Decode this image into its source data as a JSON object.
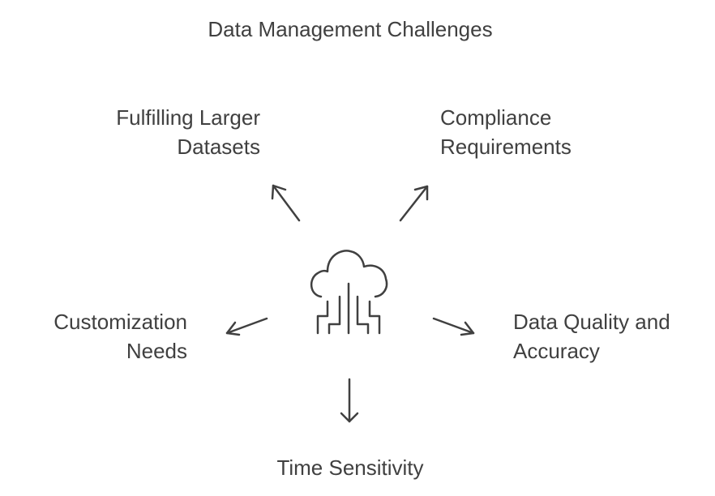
{
  "title": "Data Management Challenges",
  "center_icon": "cloud-circuit-icon",
  "items": [
    {
      "line1": "Fulfilling Larger",
      "line2": "Datasets"
    },
    {
      "line1": "Compliance",
      "line2": "Requirements"
    },
    {
      "line1": "Customization",
      "line2": "Needs"
    },
    {
      "line1": "Data Quality and",
      "line2": "Accuracy"
    },
    {
      "line1": "Time Sensitivity"
    }
  ],
  "colors": {
    "text": "#404040",
    "stroke": "#404040"
  }
}
